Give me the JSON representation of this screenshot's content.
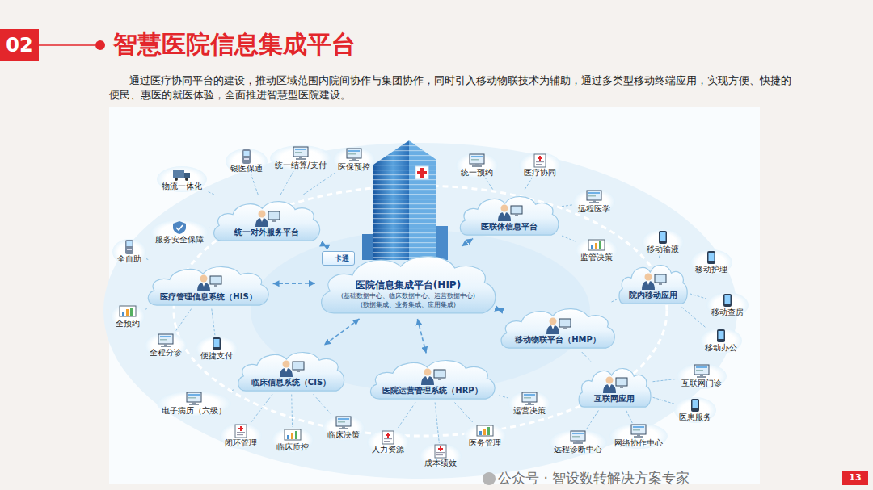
{
  "diagram": {
    "title": "智慧医院信息集成平台",
    "caption": "通过医疗协同平台的建设，推动区域范围内院间协作与集团协作，同时引入移动物联技术为辅助，通过多类型移动终端应用，实现方便、快捷的便民、惠医的就医体验，全面推进智慧型医院建设。",
    "nodes": [
      {
        "text": [
          "医院信息集成平台(HIP)",
          "(基础数据中心、临床数据中心、运营数据中心)",
          "(数据集成、业务集成、应用集成)"
        ]
      },
      {
        "text": [
          "统一对外服务平台"
        ]
      },
      {
        "text": [
          "物流一体化"
        ]
      },
      {
        "text": [
          "银医保通"
        ]
      },
      {
        "text": [
          "统一结算/支付"
        ]
      },
      {
        "text": [
          "医保预控"
        ]
      },
      {
        "text": [
          "服务安全保障"
        ]
      },
      {
        "text": [
          "医联体信息平台"
        ]
      },
      {
        "text": [
          "统一预约"
        ]
      },
      {
        "text": [
          "医疗协同"
        ]
      },
      {
        "text": [
          "远程医学"
        ]
      },
      {
        "text": [
          "监管决策"
        ]
      },
      {
        "text": [
          "医疗管理信息系统（HIS）"
        ]
      },
      {
        "text": [
          "全自助"
        ]
      },
      {
        "text": [
          "全预约"
        ]
      },
      {
        "text": [
          "全程分诊"
        ]
      },
      {
        "text": [
          "便捷支付"
        ]
      },
      {
        "text": [
          "移动物联平台（HMP）"
        ]
      },
      {
        "text": [
          "院内移动应用"
        ]
      },
      {
        "text": [
          "移动输液"
        ]
      },
      {
        "text": [
          "移动护理"
        ]
      },
      {
        "text": [
          "移动查房"
        ]
      },
      {
        "text": [
          "移动办公"
        ]
      },
      {
        "text": [
          "临床信息系统（CIS）"
        ]
      },
      {
        "text": [
          "电子病历（六级）"
        ]
      },
      {
        "text": [
          "闭环管理"
        ]
      },
      {
        "text": [
          "临床质控"
        ]
      },
      {
        "text": [
          "临床决策"
        ]
      },
      {
        "text": [
          "医院运营管理系统（HRP）"
        ]
      },
      {
        "text": [
          "人力资源"
        ]
      },
      {
        "text": [
          "成本绩效"
        ]
      },
      {
        "text": [
          "医务管理"
        ]
      },
      {
        "text": [
          "运营决策"
        ]
      },
      {
        "text": [
          "互联网应用"
        ]
      },
      {
        "text": [
          "互联网门诊"
        ]
      },
      {
        "text": [
          "医患服务"
        ]
      },
      {
        "text": [
          "网络协作中心"
        ]
      },
      {
        "text": [
          "远程诊断中心"
        ]
      }
    ],
    "edges": [
      {
        "from": 0,
        "to": 1,
        "arrow": "both"
      },
      {
        "from": 0,
        "to": 7,
        "arrow": "both"
      },
      {
        "from": 0,
        "to": 12,
        "arrow": "both"
      },
      {
        "from": 0,
        "to": 17,
        "arrow": "both"
      },
      {
        "from": 0,
        "to": 23,
        "arrow": "both"
      },
      {
        "from": 0,
        "to": 28,
        "arrow": "both"
      },
      {
        "from": 17,
        "to": 18,
        "arrow": "none"
      },
      {
        "from": 17,
        "to": 33,
        "arrow": "none"
      },
      {
        "from": 1,
        "to": 2,
        "arrow": "none"
      },
      {
        "from": 1,
        "to": 3,
        "arrow": "none"
      },
      {
        "from": 1,
        "to": 4,
        "arrow": "none"
      },
      {
        "from": 1,
        "to": 5,
        "arrow": "none"
      },
      {
        "from": 1,
        "to": 6,
        "arrow": "none"
      },
      {
        "from": 7,
        "to": 8,
        "arrow": "none"
      },
      {
        "from": 7,
        "to": 9,
        "arrow": "none"
      },
      {
        "from": 7,
        "to": 10,
        "arrow": "none"
      },
      {
        "from": 7,
        "to": 11,
        "arrow": "none"
      },
      {
        "from": 12,
        "to": 13,
        "arrow": "none"
      },
      {
        "from": 12,
        "to": 14,
        "arrow": "none"
      },
      {
        "from": 12,
        "to": 15,
        "arrow": "none"
      },
      {
        "from": 12,
        "to": 16,
        "arrow": "none"
      },
      {
        "from": 18,
        "to": 19,
        "arrow": "none"
      },
      {
        "from": 18,
        "to": 20,
        "arrow": "none"
      },
      {
        "from": 18,
        "to": 21,
        "arrow": "none"
      },
      {
        "from": 18,
        "to": 22,
        "arrow": "none"
      },
      {
        "from": 23,
        "to": 24,
        "arrow": "none"
      },
      {
        "from": 23,
        "to": 25,
        "arrow": "none"
      },
      {
        "from": 23,
        "to": 26,
        "arrow": "none"
      },
      {
        "from": 23,
        "to": 27,
        "arrow": "none"
      },
      {
        "from": 28,
        "to": 29,
        "arrow": "none"
      },
      {
        "from": 28,
        "to": 30,
        "arrow": "none"
      },
      {
        "from": 28,
        "to": 31,
        "arrow": "none"
      },
      {
        "from": 28,
        "to": 32,
        "arrow": "none"
      },
      {
        "from": 33,
        "to": 34,
        "arrow": "none"
      },
      {
        "from": 33,
        "to": 35,
        "arrow": "none"
      },
      {
        "from": 33,
        "to": 36,
        "arrow": "none"
      },
      {
        "from": 33,
        "to": 37,
        "arrow": "none"
      }
    ],
    "labels": [
      "02",
      "一卡通",
      "13",
      "公众号 · 智设数转解决方案专家"
    ]
  }
}
